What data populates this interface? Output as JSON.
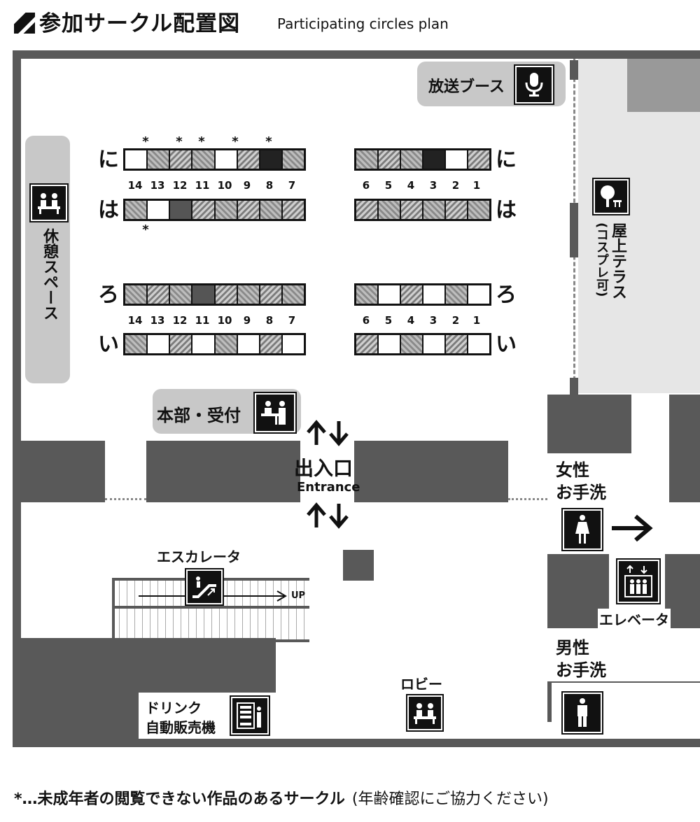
{
  "header": {
    "title": "参加サークル配置図",
    "subtitle": "Participating circles plan"
  },
  "rooms": {
    "broadcast": "放送ブース",
    "rest_space": "休憩スペース",
    "terrace": "屋上テラス",
    "terrace_note": "(コスプレ可)",
    "reception": "本部・受付",
    "entrance_jp": "出入口",
    "entrance_en": "Entrance",
    "escalator": "エスカレータ",
    "up": "UP",
    "womens_toilet": [
      "女性",
      "お手洗"
    ],
    "mens_toilet": [
      "男性",
      "お手洗"
    ],
    "elevator": "エレベータ",
    "lobby": "ロビー",
    "vending": [
      "ドリンク",
      "自動販売機"
    ]
  },
  "rows": {
    "ni": "に",
    "ha": "は",
    "ro": "ろ",
    "i": "い"
  },
  "numbers_left": [
    "14",
    "13",
    "12",
    "11",
    "10",
    "9",
    "8",
    "7"
  ],
  "numbers_right": [
    "6",
    "5",
    "4",
    "3",
    "2",
    "1"
  ],
  "star": "*",
  "footer": {
    "main": "*…未成年者の閲覧できない作品のあるサークル",
    "note": "(年齢確認にご協力ください)"
  }
}
